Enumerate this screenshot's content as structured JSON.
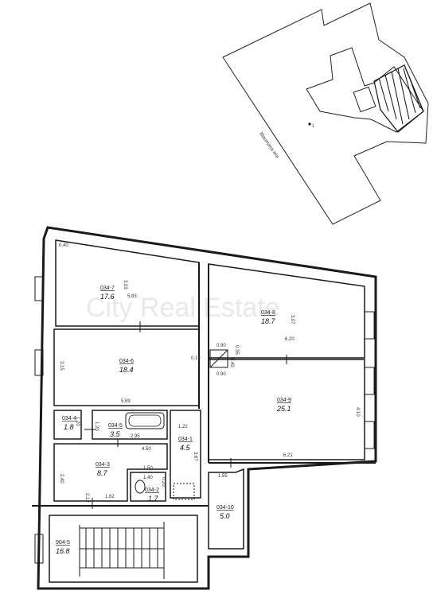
{
  "site": {
    "street_label": "Blaumaņa iela",
    "point_label": "1"
  },
  "watermark": "City Real Estate",
  "rooms": [
    {
      "id": "034-7",
      "area": "17.6"
    },
    {
      "id": "034-8",
      "area": "18.7"
    },
    {
      "id": "034-6",
      "area": "18.4"
    },
    {
      "id": "034-9",
      "area": "25.1"
    },
    {
      "id": "034-4",
      "area": "1.8"
    },
    {
      "id": "034-5",
      "area": "3.5"
    },
    {
      "id": "034-1",
      "area": "4.5"
    },
    {
      "id": "034-3",
      "area": "8.7"
    },
    {
      "id": "034-2",
      "area": "1.7"
    },
    {
      "id": "034-10",
      "area": "5.0"
    },
    {
      "id": "904-5",
      "area": "16.8"
    }
  ],
  "dimensions": [
    "0.40",
    "3.03",
    "5.83",
    "3.07",
    "6.20",
    "0.90",
    "0.35",
    "0.40",
    "0.90",
    "3.15",
    "0.13",
    "5.89",
    "4.10",
    "1.20",
    "1.20",
    "2.95",
    "1.22",
    "4.50",
    "3.67",
    "6.21",
    "1.55",
    "1.50",
    "2.40",
    "1.40",
    "0.20",
    "2.12",
    "1.62"
  ]
}
